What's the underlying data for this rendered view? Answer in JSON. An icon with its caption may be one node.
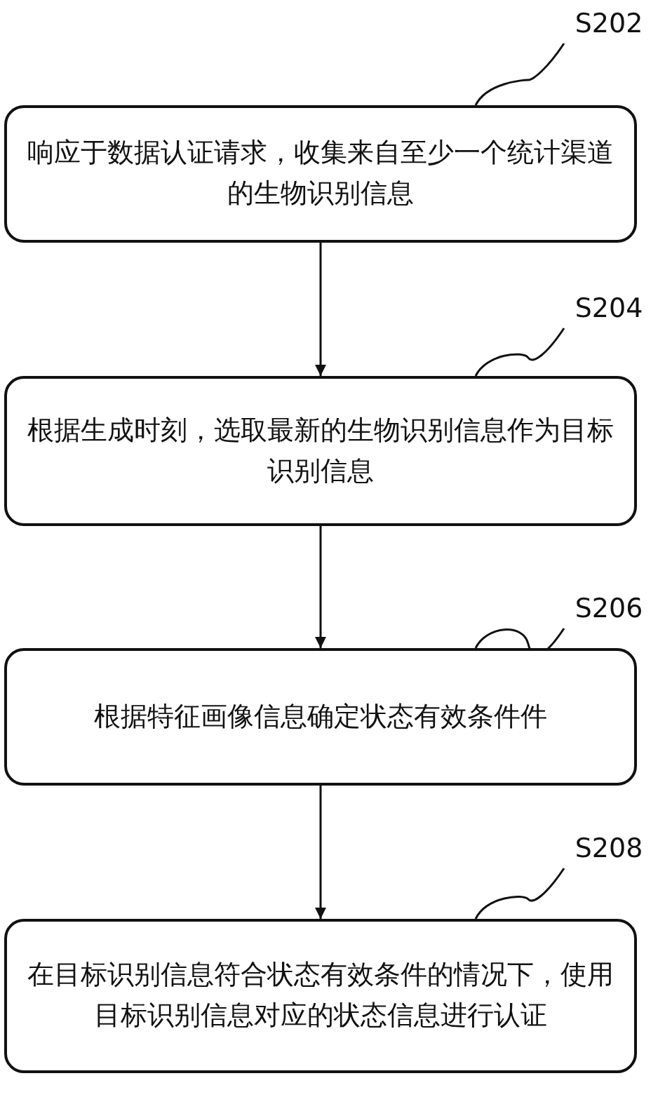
{
  "diagram": {
    "nodes": [
      {
        "text": [
          "S202"
        ]
      },
      {
        "text": [
          "响应于数据认证请求，收集来自至少一个统计渠道的生物识别信息"
        ]
      },
      {
        "text": [
          "S204"
        ]
      },
      {
        "text": [
          "根据生成时刻，选取最新的生物识别信息作为目标识别信息"
        ]
      },
      {
        "text": [
          "S206"
        ]
      },
      {
        "text": [
          "根据特征画像信息确定状态有效条件件"
        ]
      },
      {
        "text": [
          "S208"
        ]
      },
      {
        "text": [
          "在目标识别信息符合状态有效条件的情况下，使用目标识别信息对应的状态信息进行认证"
        ]
      }
    ],
    "edges": [
      {
        "from": 0,
        "to": 1,
        "arrow": "none"
      },
      {
        "from": 1,
        "to": 3,
        "arrow": "to"
      },
      {
        "from": 2,
        "to": 3,
        "arrow": "none"
      },
      {
        "from": 3,
        "to": 5,
        "arrow": "to"
      },
      {
        "from": 4,
        "to": 5,
        "arrow": "none"
      },
      {
        "from": 5,
        "to": 7,
        "arrow": "to"
      },
      {
        "from": 6,
        "to": 7,
        "arrow": "none"
      }
    ]
  }
}
